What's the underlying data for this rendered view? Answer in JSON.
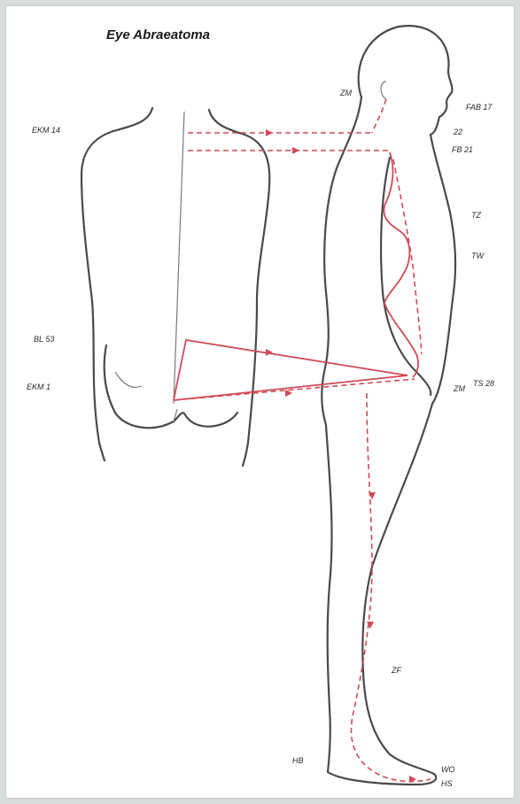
{
  "title": "Eye Abraeatoma",
  "labels": {
    "back_top_left": "EKM 14",
    "back_mid_left": "BL 53",
    "back_low_left": "EKM 1",
    "head_side": "ZM",
    "right_top_1": "FAB 17",
    "right_top_2": "22",
    "right_top_3": "FB 21",
    "right_mid_1": "TZ",
    "right_mid_2": "TW",
    "right_hip_1": "ZM",
    "right_hip_2": "TS 28",
    "leg_low": "ZF",
    "foot_left": "HB",
    "foot_right_1": "WO",
    "foot_right_2": "HS"
  },
  "colors": {
    "meridian": "#d14a58",
    "outline": "#4a4a4a",
    "background": "#ffffff"
  }
}
